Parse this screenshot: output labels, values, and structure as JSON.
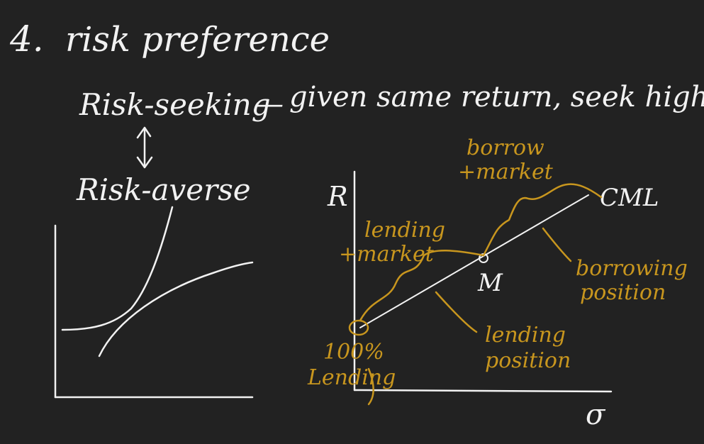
{
  "heading": {
    "number": "4.",
    "title": "risk preference"
  },
  "definition": {
    "term": "Risk-seeking",
    "dash": "—",
    "text": "given same return, seek high risk",
    "opposite": "Risk-averse"
  },
  "cml_graph": {
    "y_axis_label": "R",
    "x_axis_label": "σ",
    "line_label": "CML",
    "market_point_label": "M",
    "annotations": {
      "borrow_market": [
        "borrow",
        "+market"
      ],
      "lending_market": [
        "lending",
        "+market"
      ],
      "borrowing_position": [
        "borrowing",
        "position"
      ],
      "lending_position": [
        "lending",
        "position"
      ],
      "full_lending": [
        "100%",
        "Lending"
      ]
    }
  },
  "colors": {
    "background": "#222222",
    "chalk": "#f2f2f2",
    "highlight": "#c8961e"
  }
}
